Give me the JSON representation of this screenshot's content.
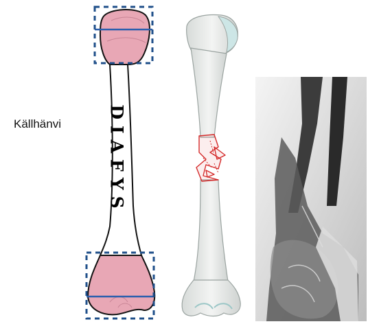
{
  "labels": {
    "side": "Källhänvi",
    "shaft": "DIAFYS"
  },
  "colors": {
    "epiphysis_fill": "#e8a7b5",
    "dashed_box": "#1f4f8a",
    "growth_line": "#2b5fae",
    "fracture": "#d42a2a",
    "bone_outline": "#111111",
    "bone_fill": "#ffffff"
  },
  "panels": [
    "bone-schematic",
    "fractured-humerus-illustration",
    "xray-photo"
  ]
}
